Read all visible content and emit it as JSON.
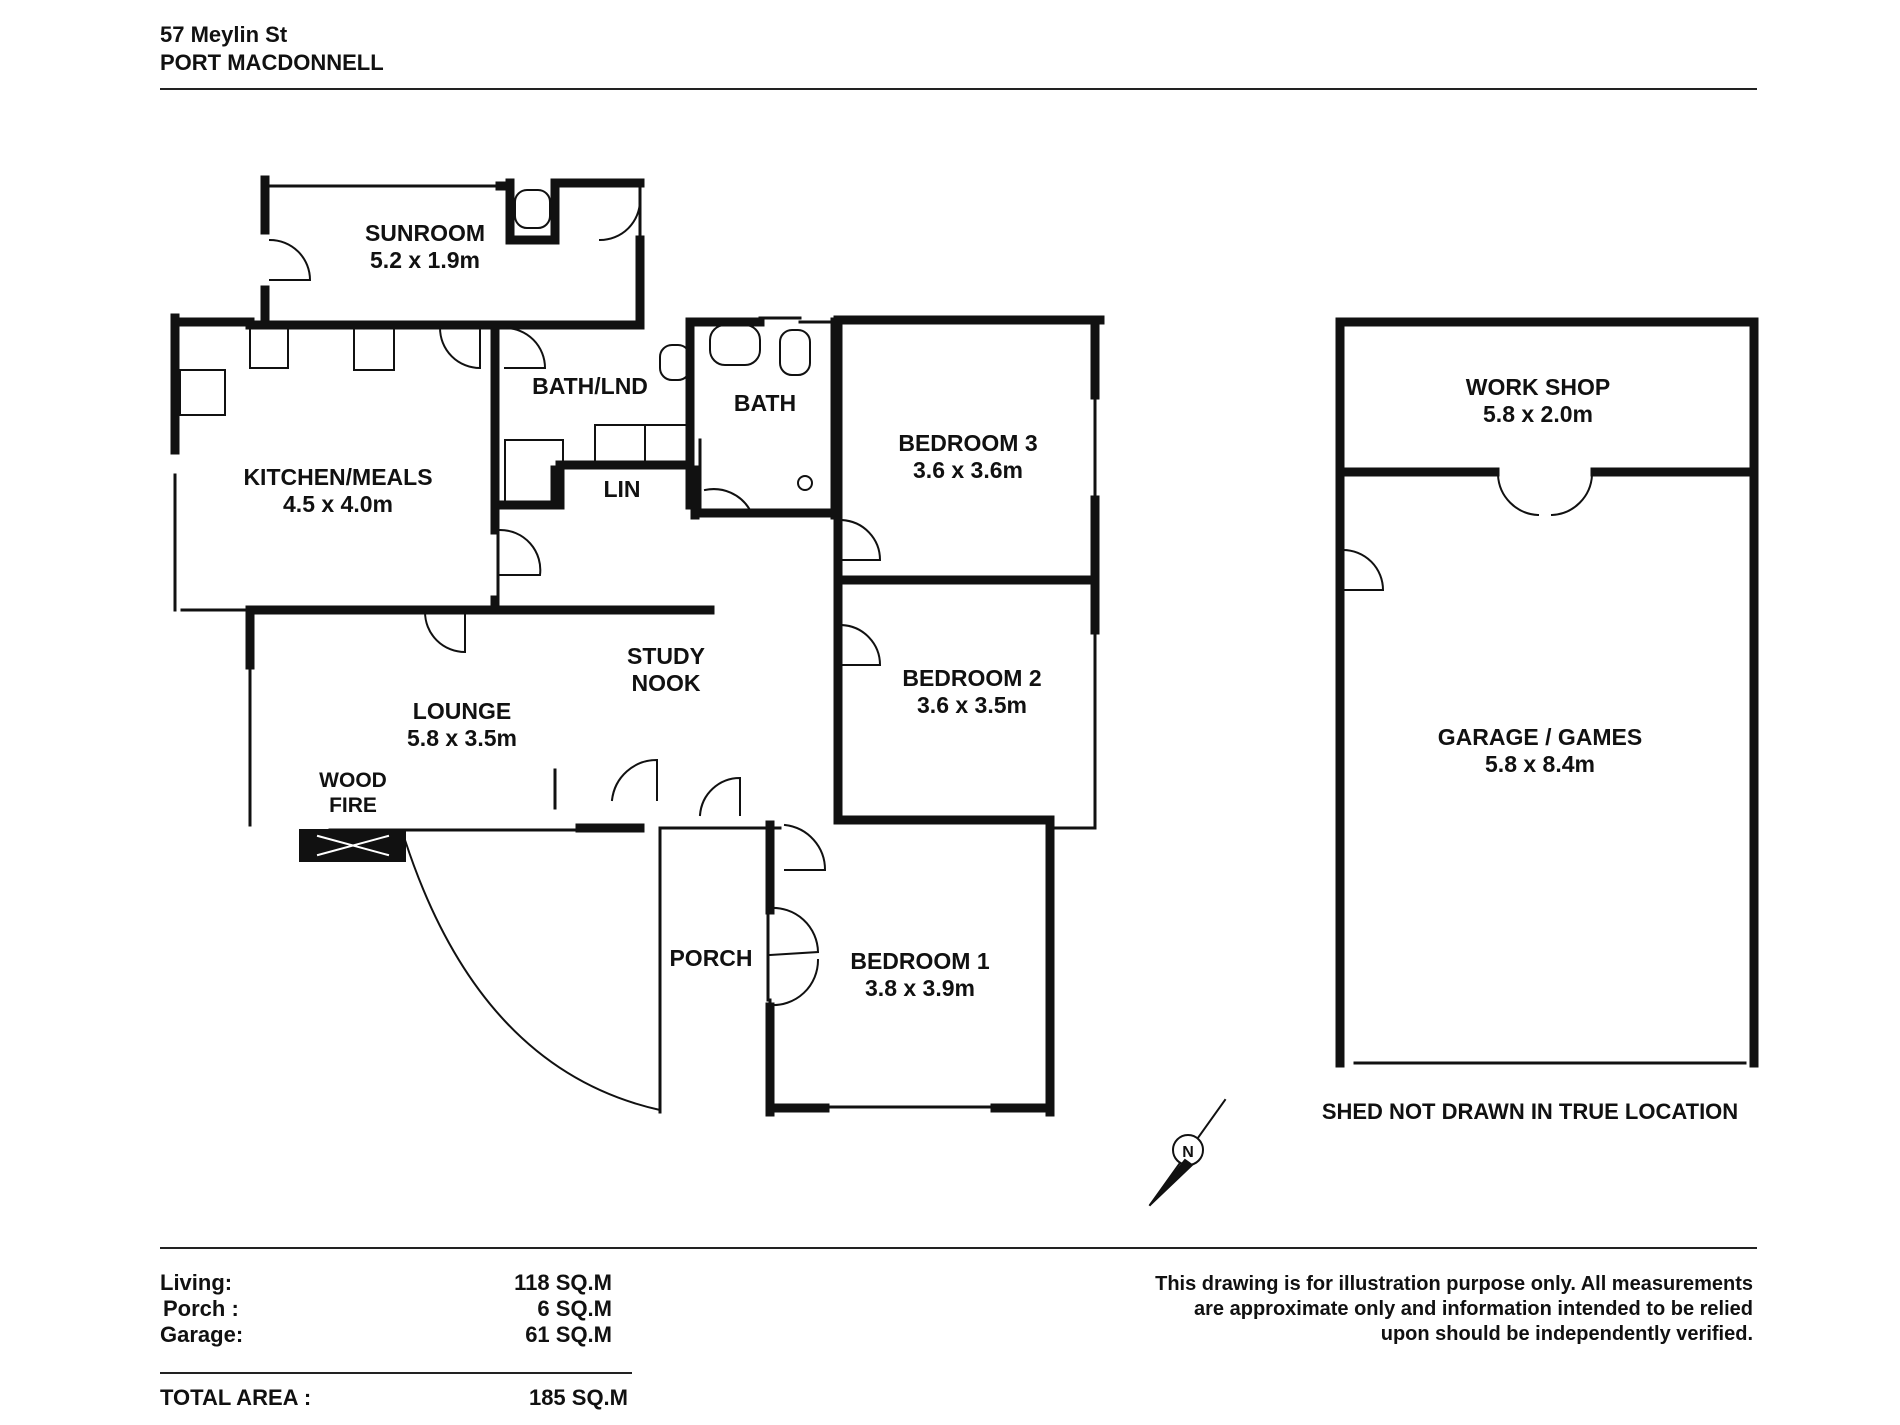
{
  "header": {
    "address_line1": "57 Meylin St",
    "address_line2": "PORT MACDONNELL"
  },
  "rooms": {
    "sunroom": {
      "name": "SUNROOM",
      "dims": "5.2 x 1.9m"
    },
    "kitchen": {
      "name": "KITCHEN/MEALS",
      "dims": "4.5 x 4.0m"
    },
    "bath_lnd": {
      "name": "BATH/LND"
    },
    "lin": {
      "name": "LIN"
    },
    "bath": {
      "name": "BATH"
    },
    "bedroom3": {
      "name": "BEDROOM 3",
      "dims": "3.6 x 3.6m"
    },
    "bedroom2": {
      "name": "BEDROOM 2",
      "dims": "3.6 x 3.5m"
    },
    "bedroom1": {
      "name": "BEDROOM 1",
      "dims": "3.8 x 3.9m"
    },
    "lounge": {
      "name": "LOUNGE",
      "dims": "5.8 x 3.5m"
    },
    "study": {
      "name_line1": "STUDY",
      "name_line2": "NOOK"
    },
    "wood_fire": {
      "line1": "WOOD",
      "line2": "FIRE"
    },
    "porch": {
      "name": "PORCH"
    },
    "workshop": {
      "name": "WORK SHOP",
      "dims": "5.8 x 2.0m"
    },
    "garage": {
      "name": "GARAGE / GAMES",
      "dims": "5.8 x 8.4m"
    }
  },
  "shed_note": "SHED NOT DRAWN IN TRUE LOCATION",
  "compass": {
    "label": "N"
  },
  "areas": [
    {
      "label": "Living:",
      "value": "118 SQ.M"
    },
    {
      "label": "Porch :",
      "value": "6  SQ.M"
    },
    {
      "label": "Garage:",
      "value": "61 SQ.M"
    }
  ],
  "total": {
    "label": "TOTAL AREA :",
    "value": "185 SQ.M"
  },
  "disclaimer": {
    "line1": "This drawing is for illustration purpose only. All measurements",
    "line2": "are approximate only and information intended to be relied",
    "line3": "upon should be independently verified."
  }
}
